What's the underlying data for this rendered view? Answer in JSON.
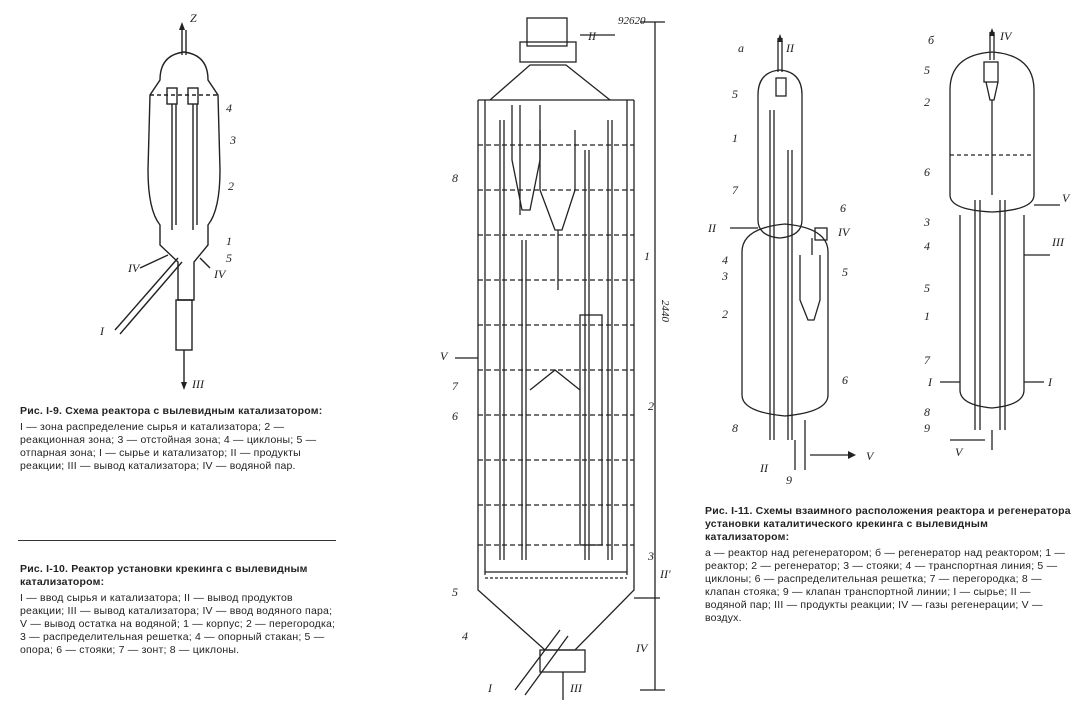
{
  "fig9": {
    "labels": [
      "Z",
      "4",
      "3",
      "2",
      "1",
      "5",
      "IV",
      "IV",
      "I",
      "III"
    ],
    "caption_title": "Рис. I-9. Схема реактора с вылевидным катализатором:",
    "caption_text": "I — зона распределение сырья и катализатора; 2 — реакционная зона; 3 — отстойная зона; 4 — циклоны; 5 — отпарная зона; I — сырье и катализатор; II — продукты реакции; III — вывод катализатора; IV — водяной пар."
  },
  "fig10": {
    "labels": [
      "II",
      "92620",
      "2440",
      "8",
      "1",
      "V",
      "7",
      "6",
      "2",
      "3",
      "II'",
      "5",
      "4",
      "I",
      "III",
      "IV"
    ],
    "caption_title": "Рис. I-10. Реактор установки крекинга с вылевидным катализатором:",
    "caption_text": "I — ввод сырья и катализатора; II — вывод продуктов реакции; III — вывод катализатора; IV — ввод водяного пара; V — вывод остатка на водяной; 1 — корпус; 2 — перегородка; 3 — распределительная решетка; 4 — опорный стакан; 5 — опора; 6 — стояки; 7 — зонт; 8 — циклоны."
  },
  "fig11": {
    "labels_a": [
      "а",
      "II",
      "5",
      "1",
      "7",
      "6",
      "IV",
      "II",
      "4",
      "3",
      "5",
      "2",
      "6",
      "8",
      "II",
      "9",
      "V"
    ],
    "labels_b": [
      "б",
      "IV",
      "5",
      "2",
      "6",
      "V",
      "3",
      "4",
      "III",
      "5",
      "1",
      "7",
      "I",
      "I",
      "8",
      "9",
      "V"
    ],
    "caption_title": "Рис. I-11. Схемы взаимного расположения реактора и регенератора установки каталитического крекинга с вылевидным катализатором:",
    "caption_text": "а — реактор над регенератором; б — регенератор над реактором; 1 — реактор; 2 — регенератор; 3 — стояки; 4 — транспортная линия; 5 — циклоны; 6 — распределительная решетка; 7 — перегородка; 8 — клапан стояка; 9 — клапан транспортной линии; I — сырье; II — водяной пар; III — продукты реакции; IV — газы регенерации; V — воздух."
  }
}
